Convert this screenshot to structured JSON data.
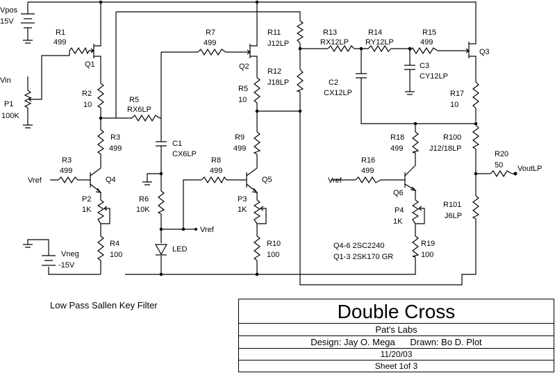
{
  "caption": "Low Pass Sallen Key Filter",
  "title_block": {
    "title": "Double Cross",
    "organization": "Pat's Labs",
    "design": "Design: Jay O. Mega",
    "drawn": "Drawn: Bo D. Plot",
    "date": "11/20/03",
    "sheet": "Sheet 1of 3"
  },
  "supplies": {
    "vpos_name": "Vpos",
    "vpos_value": "15V",
    "vneg_name": "Vneg",
    "vneg_value": "-15V"
  },
  "ports": {
    "vin": "Vin",
    "vref_q4": "Vref",
    "vref_q6": "Vref",
    "vref_led": "Vref",
    "vout": "VoutLP"
  },
  "components": {
    "p1": {
      "ref": "P1",
      "value": "100K"
    },
    "r1": {
      "ref": "R1",
      "value": "499"
    },
    "q1": {
      "ref": "Q1"
    },
    "r2": {
      "ref": "R2",
      "value": "10"
    },
    "r5a": {
      "ref": "R5",
      "value": "RX6LP"
    },
    "r3a": {
      "ref": "R3",
      "value": "499"
    },
    "r3b": {
      "ref": "R3",
      "value": "499"
    },
    "q4": {
      "ref": "Q4"
    },
    "p2": {
      "ref": "P2",
      "value": "1K"
    },
    "r4": {
      "ref": "R4",
      "value": "100"
    },
    "c1": {
      "ref": "C1",
      "value": "CX6LP"
    },
    "r6": {
      "ref": "R6",
      "value": "10K"
    },
    "led": {
      "ref": "LED"
    },
    "r7": {
      "ref": "R7",
      "value": "499"
    },
    "q2": {
      "ref": "Q2"
    },
    "r5b": {
      "ref": "R5",
      "value": "10"
    },
    "r9": {
      "ref": "R9",
      "value": "499"
    },
    "r8": {
      "ref": "R8",
      "value": "499"
    },
    "q5": {
      "ref": "Q5"
    },
    "p3": {
      "ref": "P3",
      "value": "1K"
    },
    "r10": {
      "ref": "R10",
      "value": "100"
    },
    "r11": {
      "ref": "R11",
      "value": "J12LP"
    },
    "r12": {
      "ref": "R12",
      "value": "J18LP"
    },
    "r13": {
      "ref": "R13",
      "value": "RX12LP"
    },
    "r14": {
      "ref": "R14",
      "value": "RY12LP"
    },
    "r15": {
      "ref": "R15",
      "value": "499"
    },
    "c2": {
      "ref": "C2",
      "value": "CX12LP"
    },
    "c3": {
      "ref": "C3",
      "value": "CY12LP"
    },
    "q3": {
      "ref": "Q3"
    },
    "r17": {
      "ref": "R17",
      "value": "10"
    },
    "r100": {
      "ref": "R100",
      "value": "J12/18LP"
    },
    "r20": {
      "ref": "R20",
      "value": "50"
    },
    "r101": {
      "ref": "R101",
      "value": "J6LP"
    },
    "r18": {
      "ref": "R18",
      "value": "499"
    },
    "r16": {
      "ref": "R16",
      "value": "499"
    },
    "q6": {
      "ref": "Q6"
    },
    "p4": {
      "ref": "P4",
      "value": "1K"
    },
    "r19": {
      "ref": "R19",
      "value": "100"
    }
  },
  "notes": {
    "bjt_parts": "Q4-6 2SC2240",
    "jfet_parts": "Q1-3 2SK170 GR"
  }
}
